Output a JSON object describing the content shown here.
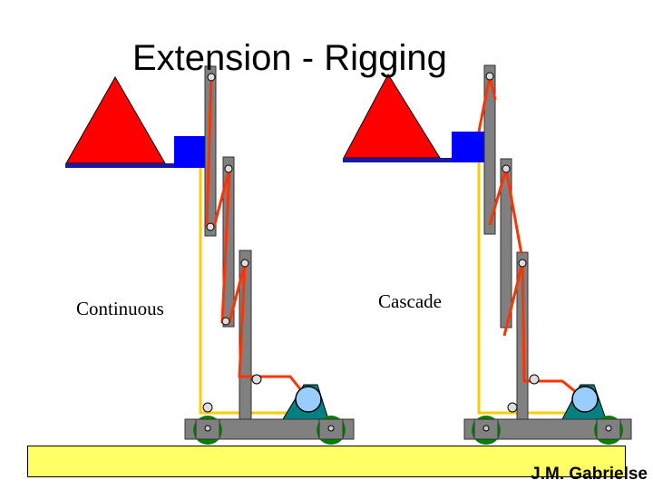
{
  "slide": {
    "title": "Extension - Rigging",
    "credit": "J.M. Gabrielse"
  },
  "diagrams": [
    {
      "label": "Continuous"
    },
    {
      "label": "Cascade"
    }
  ],
  "colors": {
    "red": "#ff0000",
    "rope": "#ff3300",
    "blue": "#0000ff",
    "gray": "#808080",
    "cable": "#ffcc00",
    "wheel": "#008000",
    "teal": "#008080",
    "pulley": "#99ccff",
    "floor": "#ffff66"
  },
  "icons": [
    "pulley-icon",
    "wheel-icon",
    "payload-triangle-icon",
    "gripper-block-icon"
  ]
}
